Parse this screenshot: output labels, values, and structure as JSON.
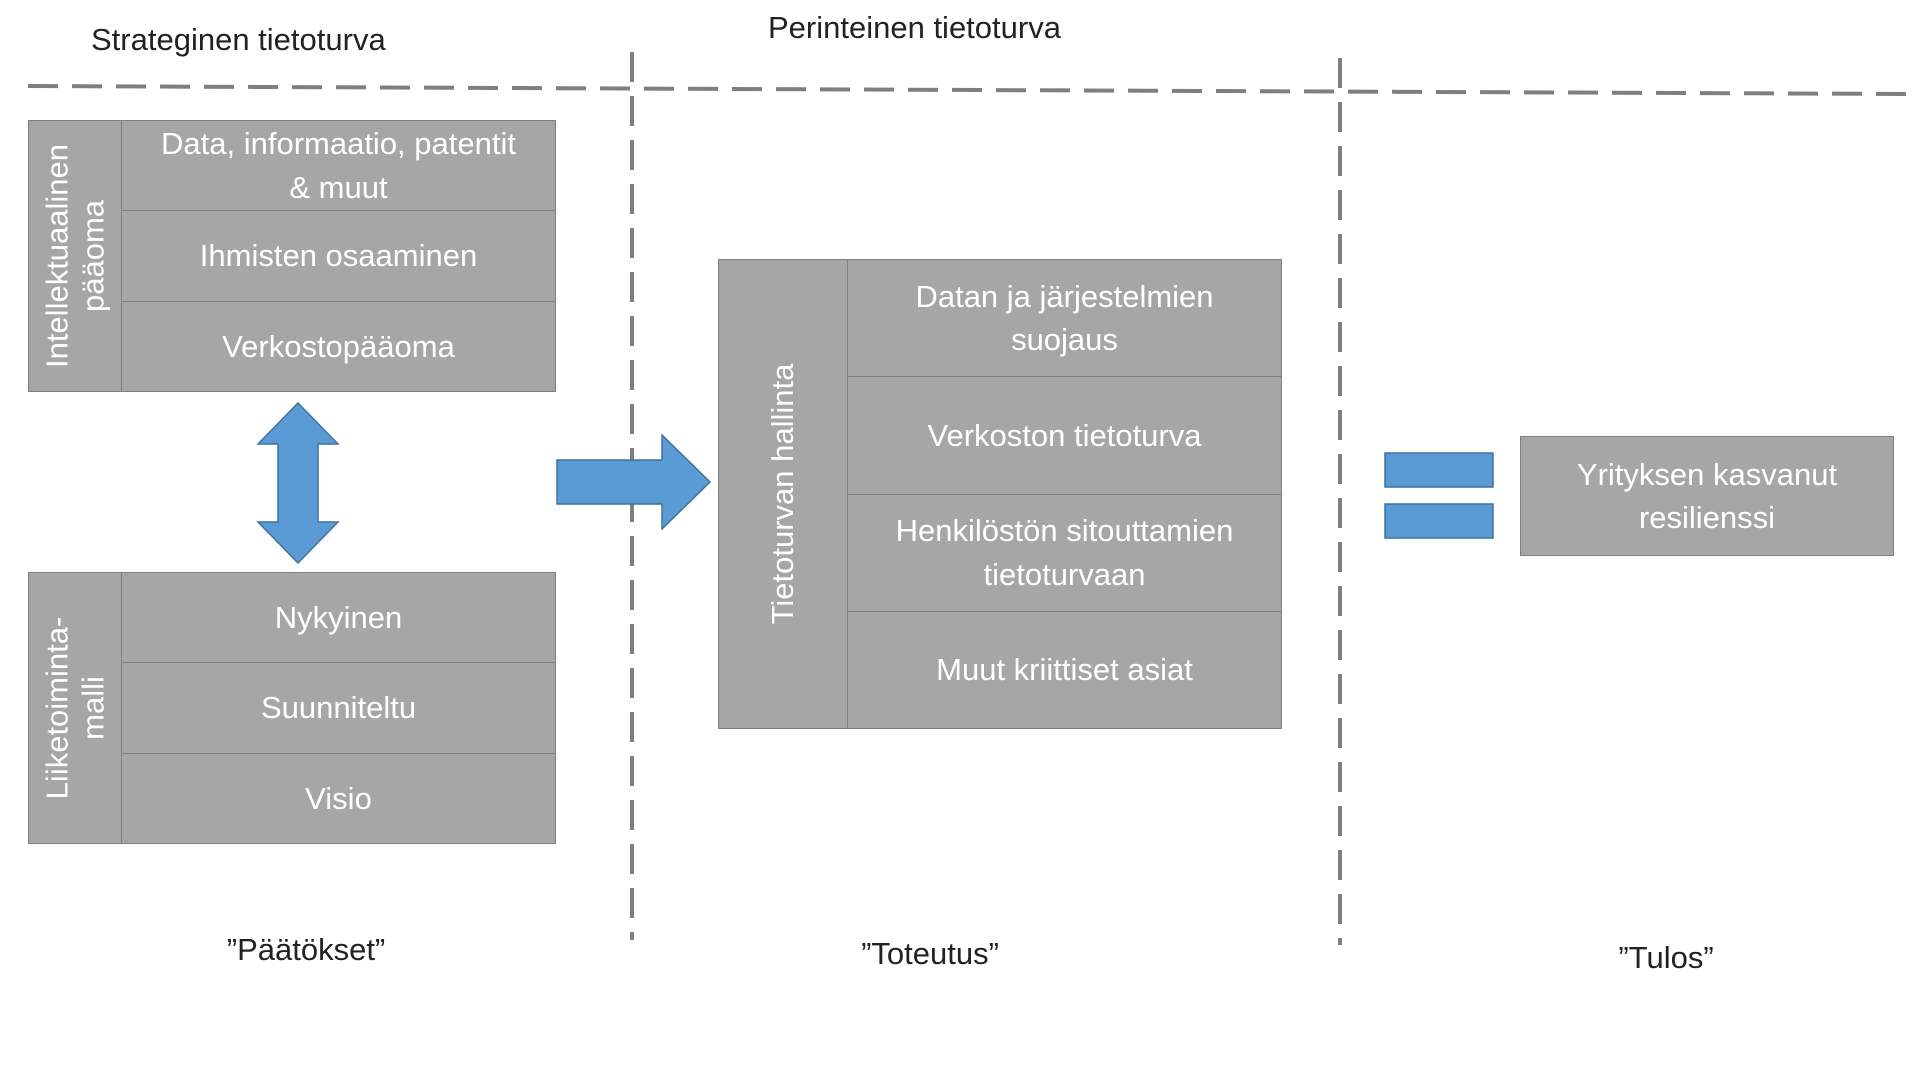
{
  "headings": {
    "strategic": "Strateginen tietoturva",
    "traditional": "Perinteinen tietoturva"
  },
  "intellectual_capital": {
    "side_label_line1": "Intellektuaalinen",
    "side_label_line2": "pääoma",
    "rows": [
      {
        "line1": "Data, informaatio, patentit",
        "line2": "& muut"
      },
      {
        "line1": "Ihmisten osaaminen",
        "line2": ""
      },
      {
        "line1": "Verkostopääoma",
        "line2": ""
      }
    ]
  },
  "business_model": {
    "side_label_line1": "Liiketoiminta-",
    "side_label_line2": "malli",
    "rows": [
      {
        "line1": "Nykyinen",
        "line2": ""
      },
      {
        "line1": "Suunniteltu",
        "line2": ""
      },
      {
        "line1": "Visio",
        "line2": ""
      }
    ]
  },
  "security_management": {
    "side_label": "Tietoturvan hallinta",
    "rows": [
      {
        "line1": "Datan ja järjestelmien",
        "line2": "suojaus"
      },
      {
        "line1": "Verkoston tietoturva",
        "line2": ""
      },
      {
        "line1": "Henkilöstön sitouttamien",
        "line2": "tietoturvaan"
      },
      {
        "line1": "Muut kriittiset asiat",
        "line2": ""
      }
    ]
  },
  "result": {
    "line1": "Yrityksen kasvanut",
    "line2": "resilienssi"
  },
  "footers": {
    "decisions": "”Päätökset”",
    "implementation": "”Toteutus”",
    "outcome": "”Tulos”"
  },
  "colors": {
    "box_fill": "#a6a6a6",
    "box_border": "#7f7f7f",
    "accent_blue": "#5b9bd5",
    "dash_gray": "#7f7f7f"
  }
}
